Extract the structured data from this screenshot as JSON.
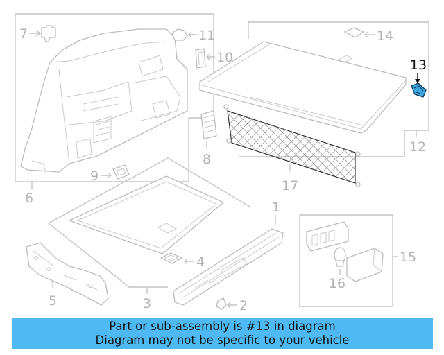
{
  "callouts": {
    "c1": "1",
    "c2": "2",
    "c3": "3",
    "c4": "4",
    "c5": "5",
    "c6": "6",
    "c7": "7",
    "c8": "8",
    "c9": "9",
    "c10": "10",
    "c11": "11",
    "c12": "12",
    "c13": "13",
    "c14": "14",
    "c15": "15",
    "c16": "16",
    "c17": "17"
  },
  "banner": {
    "line1": "Part or sub-assembly is #13 in diagram",
    "line2": "Diagram may not be specific to your vehicle"
  },
  "colors": {
    "banner_bg": "#4fb9f3",
    "highlight_part": "#3aa7e0",
    "part_stroke": "#bcbcbc",
    "callout_text": "#b3b3b3",
    "highlight_text": "#111111"
  },
  "highlight_callout": "13"
}
